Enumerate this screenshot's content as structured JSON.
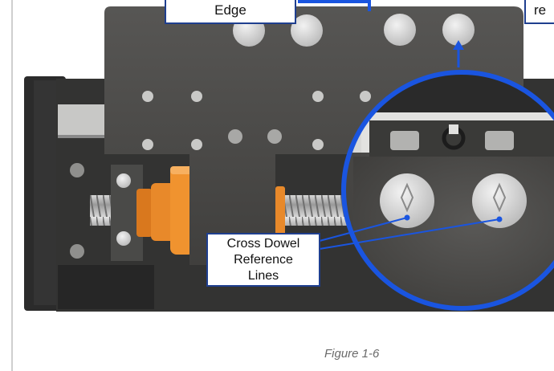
{
  "figure": {
    "callout_edge": "Edge",
    "callout_partial": "re",
    "callout_dowel_line1": "Cross Dowel",
    "callout_dowel_line2": "Reference",
    "callout_dowel_line3": "Lines",
    "caption": "Figure 1-6"
  },
  "colors": {
    "plate": "#4b4a48",
    "orange": "#e8892a",
    "callout_border": "#1f3f8f",
    "magnifier_ring": "#1a55e0"
  }
}
